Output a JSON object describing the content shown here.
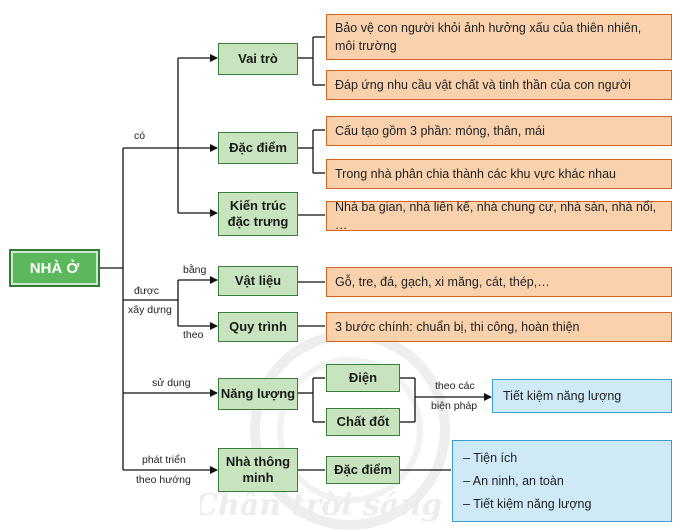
{
  "root": "NHÀ Ở",
  "branches": {
    "vai_tro": {
      "label": "Vai trò",
      "items": [
        "Bảo vệ con người khỏi ảnh hưởng xấu của thiên nhiên, môi trường",
        "Đáp ứng nhu cầu vật chất và tinh thần của con người"
      ]
    },
    "dac_diem": {
      "label": "Đặc điểm",
      "items": [
        "Cấu tạo gồm 3 phần: móng, thân, mái",
        "Trong nhà phân chia thành các khu vực khác nhau"
      ]
    },
    "kien_truc": {
      "label": "Kiến trúc đặc trưng",
      "items": [
        "Nhà ba gian, nhà liên kế, nhà chung cư, nhà sàn, nhà nổi, …"
      ]
    },
    "vat_lieu": {
      "label": "Vật liệu",
      "items": [
        "Gỗ, tre, đá, gạch, xi măng, cát, thép,…"
      ]
    },
    "quy_trinh": {
      "label": "Quy trình",
      "items": [
        "3 bước chính: chuẩn bị, thi công, hoàn thiện"
      ]
    },
    "nang_luong": {
      "label": "Năng lượng",
      "sources": [
        "Điện",
        "Chất đốt"
      ],
      "result": "Tiết kiệm năng lượng"
    },
    "nha_thong_minh": {
      "label": "Nhà thông minh",
      "child": "Đặc điểm",
      "items": [
        "– Tiện ích",
        "– An ninh, an toàn",
        "– Tiết kiệm năng lượng"
      ]
    }
  },
  "edge_labels": {
    "co": "có",
    "duoc": "được",
    "xay_dung": "xây dựng",
    "bang": "bằng",
    "theo": "theo",
    "su_dung": "sử dụng",
    "theo_cac": "theo các",
    "bien_phap": "biện pháp",
    "phat_trien": "phát triển",
    "theo_huong": "theo hướng"
  },
  "colors": {
    "root_fill": "#5cb85c",
    "branch_fill": "#c8e4be",
    "leaf_fill": "#f9d2ad",
    "leaf_border": "#d9631e",
    "result_fill": "#cfeaf7",
    "result_border": "#3a9fd0"
  }
}
